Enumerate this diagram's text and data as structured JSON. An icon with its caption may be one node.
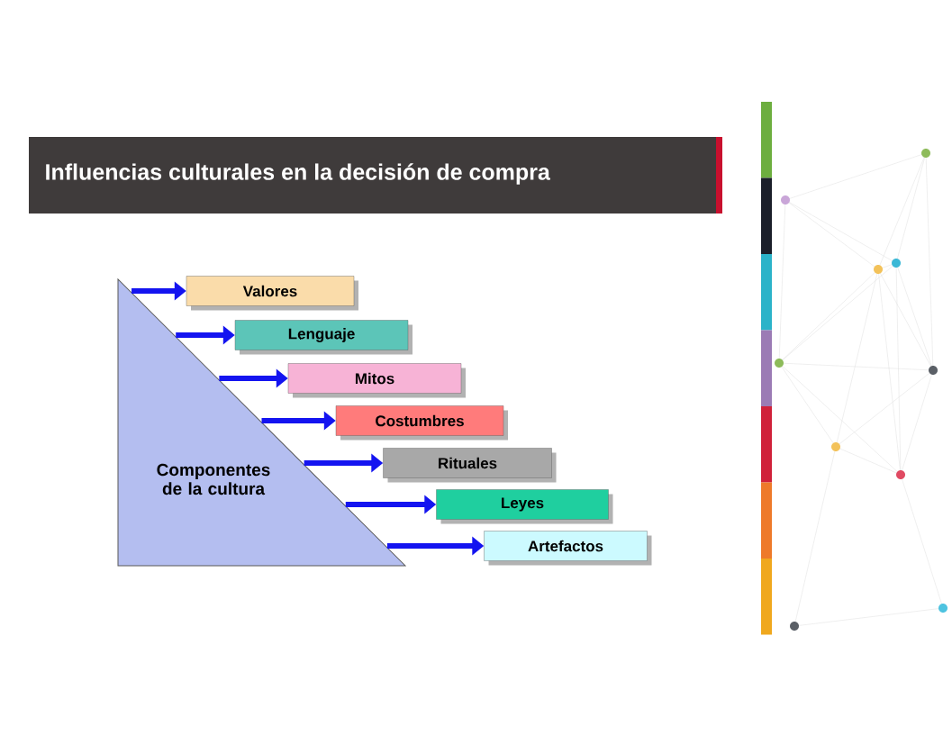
{
  "diagram": {
    "title": "Influencias culturales en la decisión de compra",
    "nodes": [
      {
        "text": [
          "Componentes de la cultura"
        ]
      },
      {
        "text": [
          "Valores"
        ]
      },
      {
        "text": [
          "Lenguaje"
        ]
      },
      {
        "text": [
          "Mitos"
        ]
      },
      {
        "text": [
          "Costumbres"
        ]
      },
      {
        "text": [
          "Rituales"
        ]
      },
      {
        "text": [
          "Leyes"
        ]
      },
      {
        "text": [
          "Artefactos"
        ]
      }
    ],
    "edges": [
      {
        "from": 0,
        "to": 1,
        "arrow": "to"
      },
      {
        "from": 0,
        "to": 2,
        "arrow": "to"
      },
      {
        "from": 0,
        "to": 3,
        "arrow": "to"
      },
      {
        "from": 0,
        "to": 4,
        "arrow": "to"
      },
      {
        "from": 0,
        "to": 5,
        "arrow": "to"
      },
      {
        "from": 0,
        "to": 6,
        "arrow": "to"
      },
      {
        "from": 0,
        "to": 7,
        "arrow": "to"
      }
    ]
  }
}
